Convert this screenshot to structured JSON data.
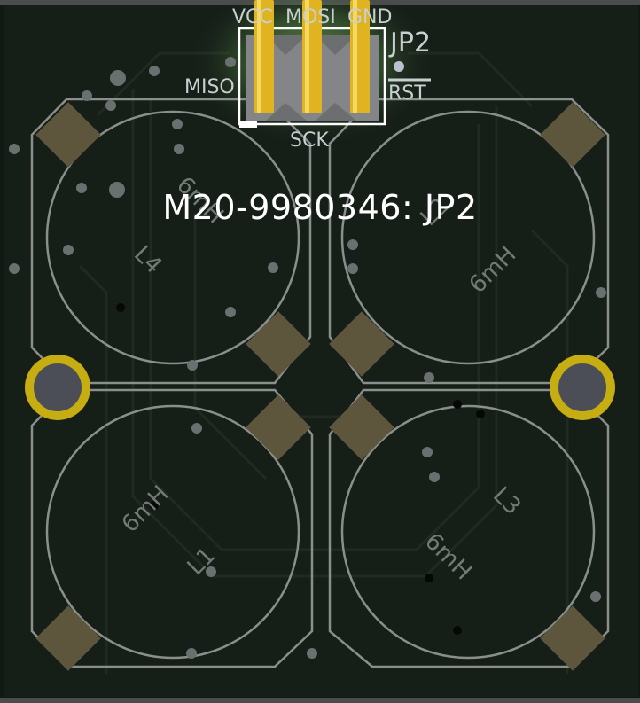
{
  "hover_label": "M20-9980346:  JP2",
  "connector": {
    "reference": "JP2",
    "pins": [
      "VCC",
      "MOSI",
      "GND",
      "MISO",
      "SCK",
      "RST"
    ]
  },
  "inductors": [
    {
      "reference": "L4",
      "value": "6mH"
    },
    {
      "reference": "L2",
      "value": "6mH"
    },
    {
      "reference": "L1",
      "value": "6mH"
    },
    {
      "reference": "L3",
      "value": "6mH"
    }
  ],
  "colors": {
    "board": "#121914",
    "copper_fill": "#1b231c",
    "silkscreen": "#c9ced0",
    "pad": "#5e563c",
    "mount_ring": "#c6ad12",
    "pin_gold": "#e0b320",
    "highlight": "#9cf07a"
  }
}
